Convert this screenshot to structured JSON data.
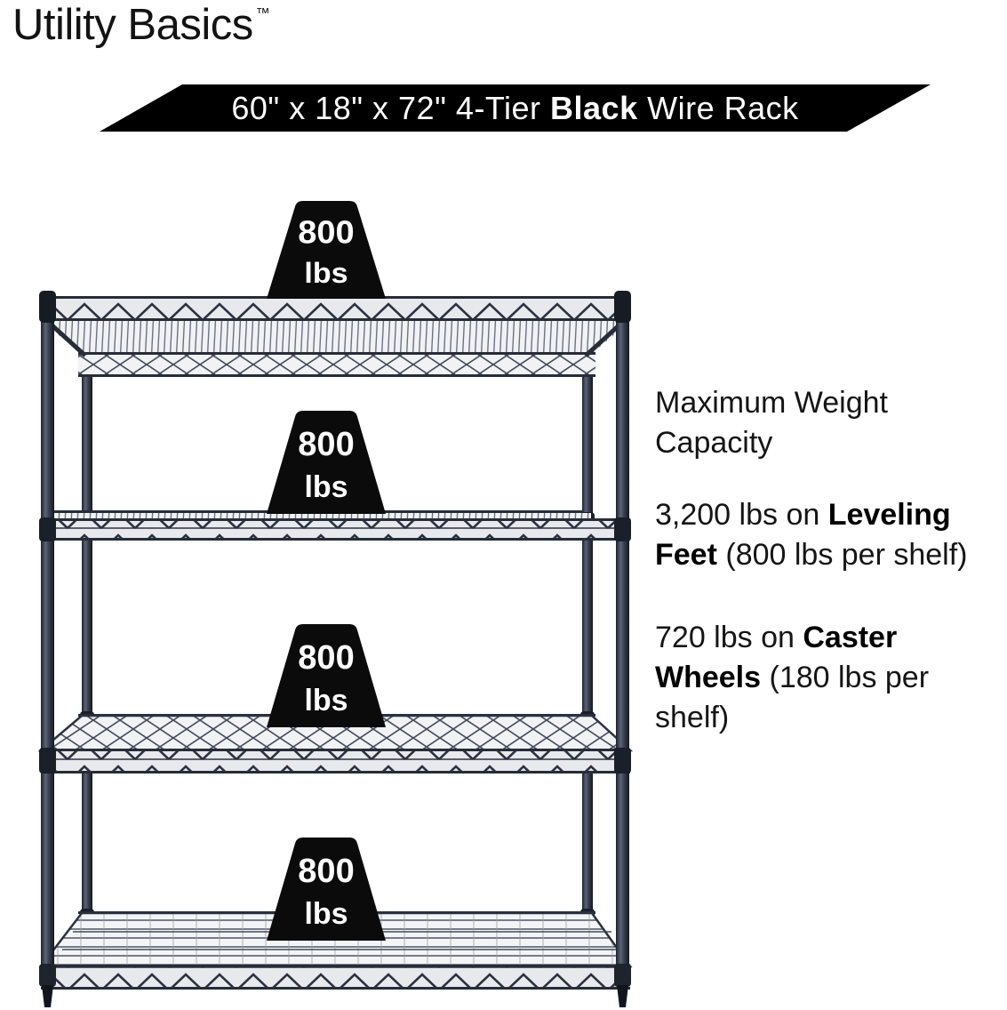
{
  "page": {
    "background": "#ffffff"
  },
  "brand": {
    "name": "Utility Basics",
    "trademark": "™"
  },
  "banner": {
    "pre": "60\" x 18\" x 72\" 4-Tier ",
    "bold": "Black",
    "post": " Wire Rack",
    "bg": "#000000",
    "text_color": "#ffffff"
  },
  "weights": [
    {
      "value": "800",
      "unit": "lbs"
    },
    {
      "value": "800",
      "unit": "lbs"
    },
    {
      "value": "800",
      "unit": "lbs"
    },
    {
      "value": "800",
      "unit": "lbs"
    }
  ],
  "info": {
    "heading": "Maximum Weight Capacity",
    "leveling": {
      "pre": "3,200 lbs on ",
      "bold": "Leveling Feet",
      "post": " (800 lbs per shelf)"
    },
    "caster": {
      "pre": "720 lbs on ",
      "bold": "Caster Wheels",
      "post": " (180 lbs per shelf)"
    }
  },
  "rack": {
    "tiers": 4,
    "finish": "Black",
    "frame_color": "#343b4b",
    "dark_accent": "#262c38",
    "mesh_light": "#f1f2f4"
  }
}
